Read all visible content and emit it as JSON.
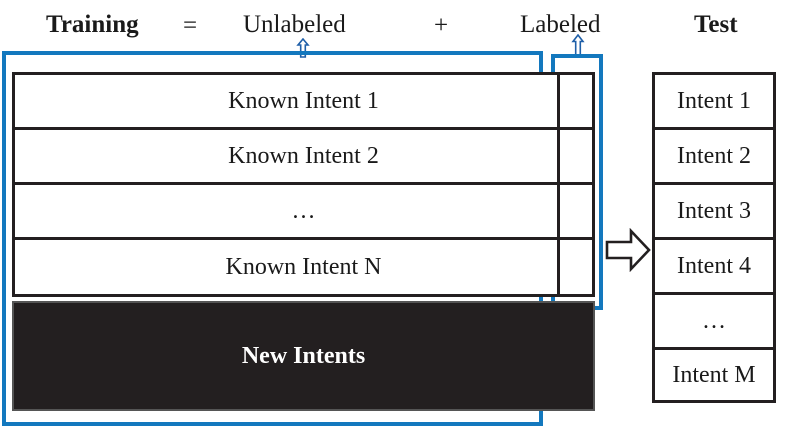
{
  "figure": {
    "type": "dataset-composition-diagram",
    "accent_color": "#1378BE",
    "dark_fill": "#231f20",
    "line_color": "#231f20"
  },
  "header": {
    "training_label": "Training",
    "equals_sign": "=",
    "unlabeled_label": "Unlabeled",
    "plus_sign": "+",
    "labeled_label": "Labeled",
    "test_label": "Test"
  },
  "training": {
    "rows": [
      {
        "text": "Known Intent 1"
      },
      {
        "text": "Known Intent 2"
      },
      {
        "text": "…"
      },
      {
        "text": "Known Intent N"
      }
    ],
    "new_intents_label": "New Intents"
  },
  "test": {
    "rows": [
      {
        "text": "Intent 1"
      },
      {
        "text": "Intent 2"
      },
      {
        "text": "Intent 3"
      },
      {
        "text": "Intent 4"
      },
      {
        "text": "…"
      },
      {
        "text": "Intent M"
      }
    ]
  },
  "annotations": {
    "unlabeled_pointer": "up-arrow-icon",
    "labeled_pointer": "up-arrow-icon",
    "flow_arrow": "right-arrow-icon"
  }
}
